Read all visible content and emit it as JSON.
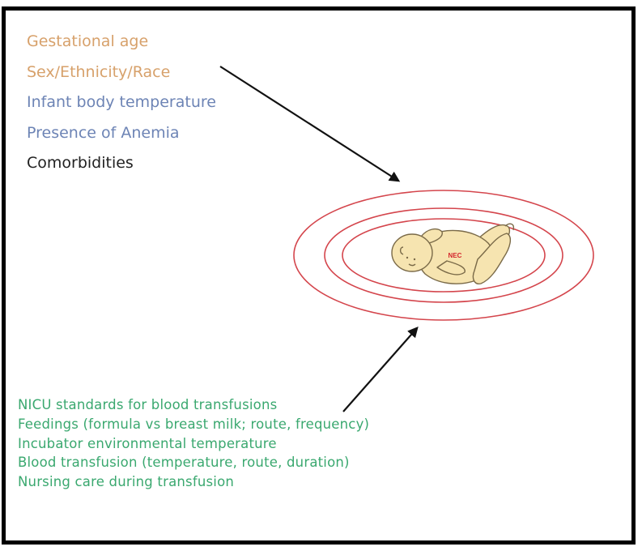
{
  "colors": {
    "orange": "#d7a16b",
    "blue": "#6d84b5",
    "black": "#222222",
    "green": "#3aa86f",
    "ring": "#d4454c",
    "skin": "#f6e4b0",
    "nec_label": "#d4252c"
  },
  "individual_factors": [
    {
      "label": "Gestational age",
      "color": "#d7a16b"
    },
    {
      "label": "Sex/Ethnicity/Race",
      "color": "#d7a16b"
    },
    {
      "label": "Infant body temperature",
      "color": "#6d84b5"
    },
    {
      "label": "Presence of Anemia",
      "color": "#6d84b5"
    },
    {
      "label": "Comorbidities",
      "color": "#222222"
    }
  ],
  "center": {
    "label": "NEC",
    "icon": "infant-icon"
  },
  "environmental_factors": [
    {
      "label": "NICU standards for blood transfusions"
    },
    {
      "label": "Feedings (formula vs breast milk; route, frequency)"
    },
    {
      "label": "Incubator environmental temperature"
    },
    {
      "label": "Blood transfusion (temperature, route, duration)"
    },
    {
      "label": "Nursing care during transfusion"
    }
  ]
}
